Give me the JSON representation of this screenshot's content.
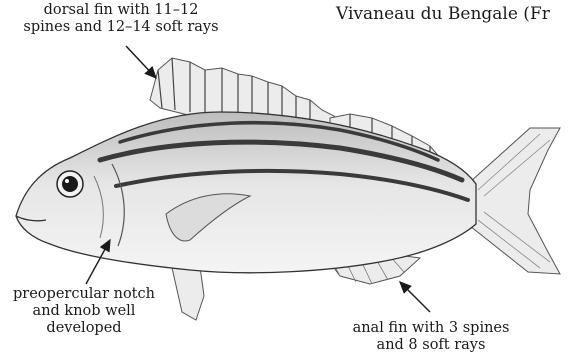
{
  "title": "Vivaneau du Bengale (Fr",
  "annotations": {
    "dorsal_fin": {
      "line1": "dorsal fin with 11–12",
      "line2": "spines and 12–14 soft rays"
    },
    "preopercular": {
      "line1": "preopercular notch",
      "line2": "and knob well",
      "line3": "developed"
    },
    "anal_fin": {
      "line1": "anal fin with 3 spines",
      "line2": "and 8 soft rays"
    }
  },
  "colors": {
    "ink": "#1a1a1a",
    "stripe": "#3a3a3a",
    "body_shade": "#cfcfcf"
  }
}
